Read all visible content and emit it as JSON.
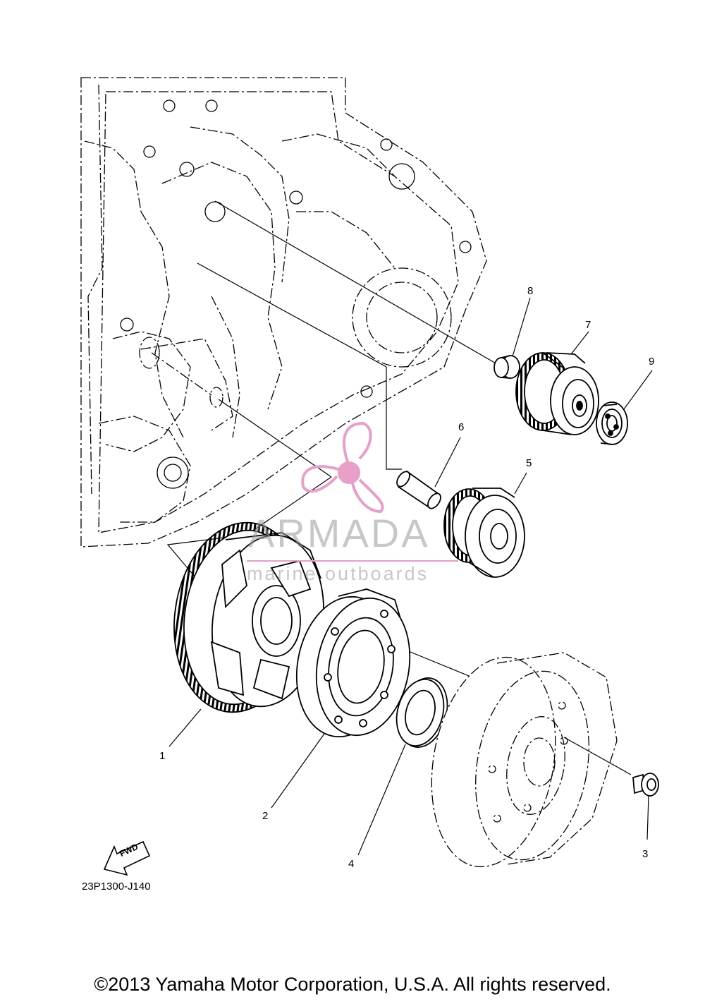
{
  "callouts": [
    "1",
    "2",
    "3",
    "4",
    "5",
    "6",
    "7",
    "8",
    "9"
  ],
  "watermark": {
    "title": "ARMADA",
    "subtitle": "marine outboards",
    "accent_color": "#e8a0c8"
  },
  "fwd_label": "FWD",
  "drawing_number": "23P1300-J140",
  "copyright": "©2013 Yamaha Motor Corporation, U.S.A. All rights reserved."
}
